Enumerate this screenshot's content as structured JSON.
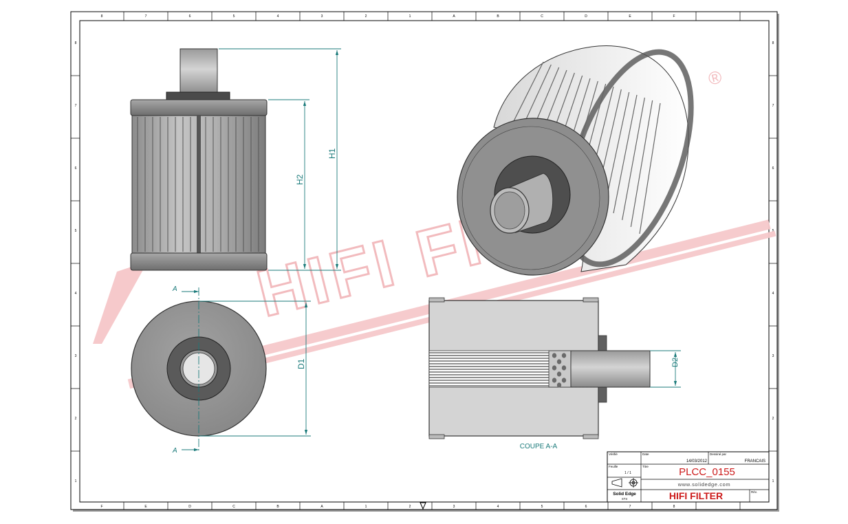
{
  "drawing": {
    "dimensions": {
      "h1": "H1",
      "h2": "H2",
      "d1": "D1",
      "d2": "D2"
    },
    "section": {
      "marker_top": "A",
      "marker_bottom": "A",
      "caption": "COUPE A-A"
    },
    "watermark": {
      "text": "HIFI FILTER",
      "registered": "®"
    },
    "border": {
      "top_ticks": [
        "8",
        "7",
        "6",
        "5",
        "4",
        "3",
        "2",
        "1",
        "A",
        "B",
        "C",
        "D",
        "E",
        "F"
      ],
      "bottom_ticks": [
        "F",
        "E",
        "D",
        "C",
        "B",
        "A",
        "1",
        "2",
        "3",
        "4",
        "5",
        "6",
        "7",
        "8"
      ],
      "left_ticks": [
        "8",
        "7",
        "6",
        "5",
        "4",
        "3",
        "2",
        "1"
      ],
      "right_ticks": [
        "8",
        "7",
        "6",
        "5",
        "4",
        "3",
        "2",
        "1"
      ]
    }
  },
  "title_block": {
    "verifie_label": "Vérifié",
    "date_label": "Date",
    "dessine_label": "Dessiné par",
    "date_value": "14/03/2012",
    "language": "FRANCAIS",
    "feuille_label": "Feuille",
    "feuille_value": "1 / 1",
    "titre_label": "Titre",
    "part_number": "PLCC_0155",
    "website": "www.solidedge.com",
    "software": "Solid Edge",
    "software_version": "ST4",
    "company": "HIFI FILTER",
    "revision_label": "Rév."
  },
  "colors": {
    "frame": "#000000",
    "dimension": "#1a7a7a",
    "title_red": "#cc1a1a",
    "watermark": "#f4c2c4"
  }
}
